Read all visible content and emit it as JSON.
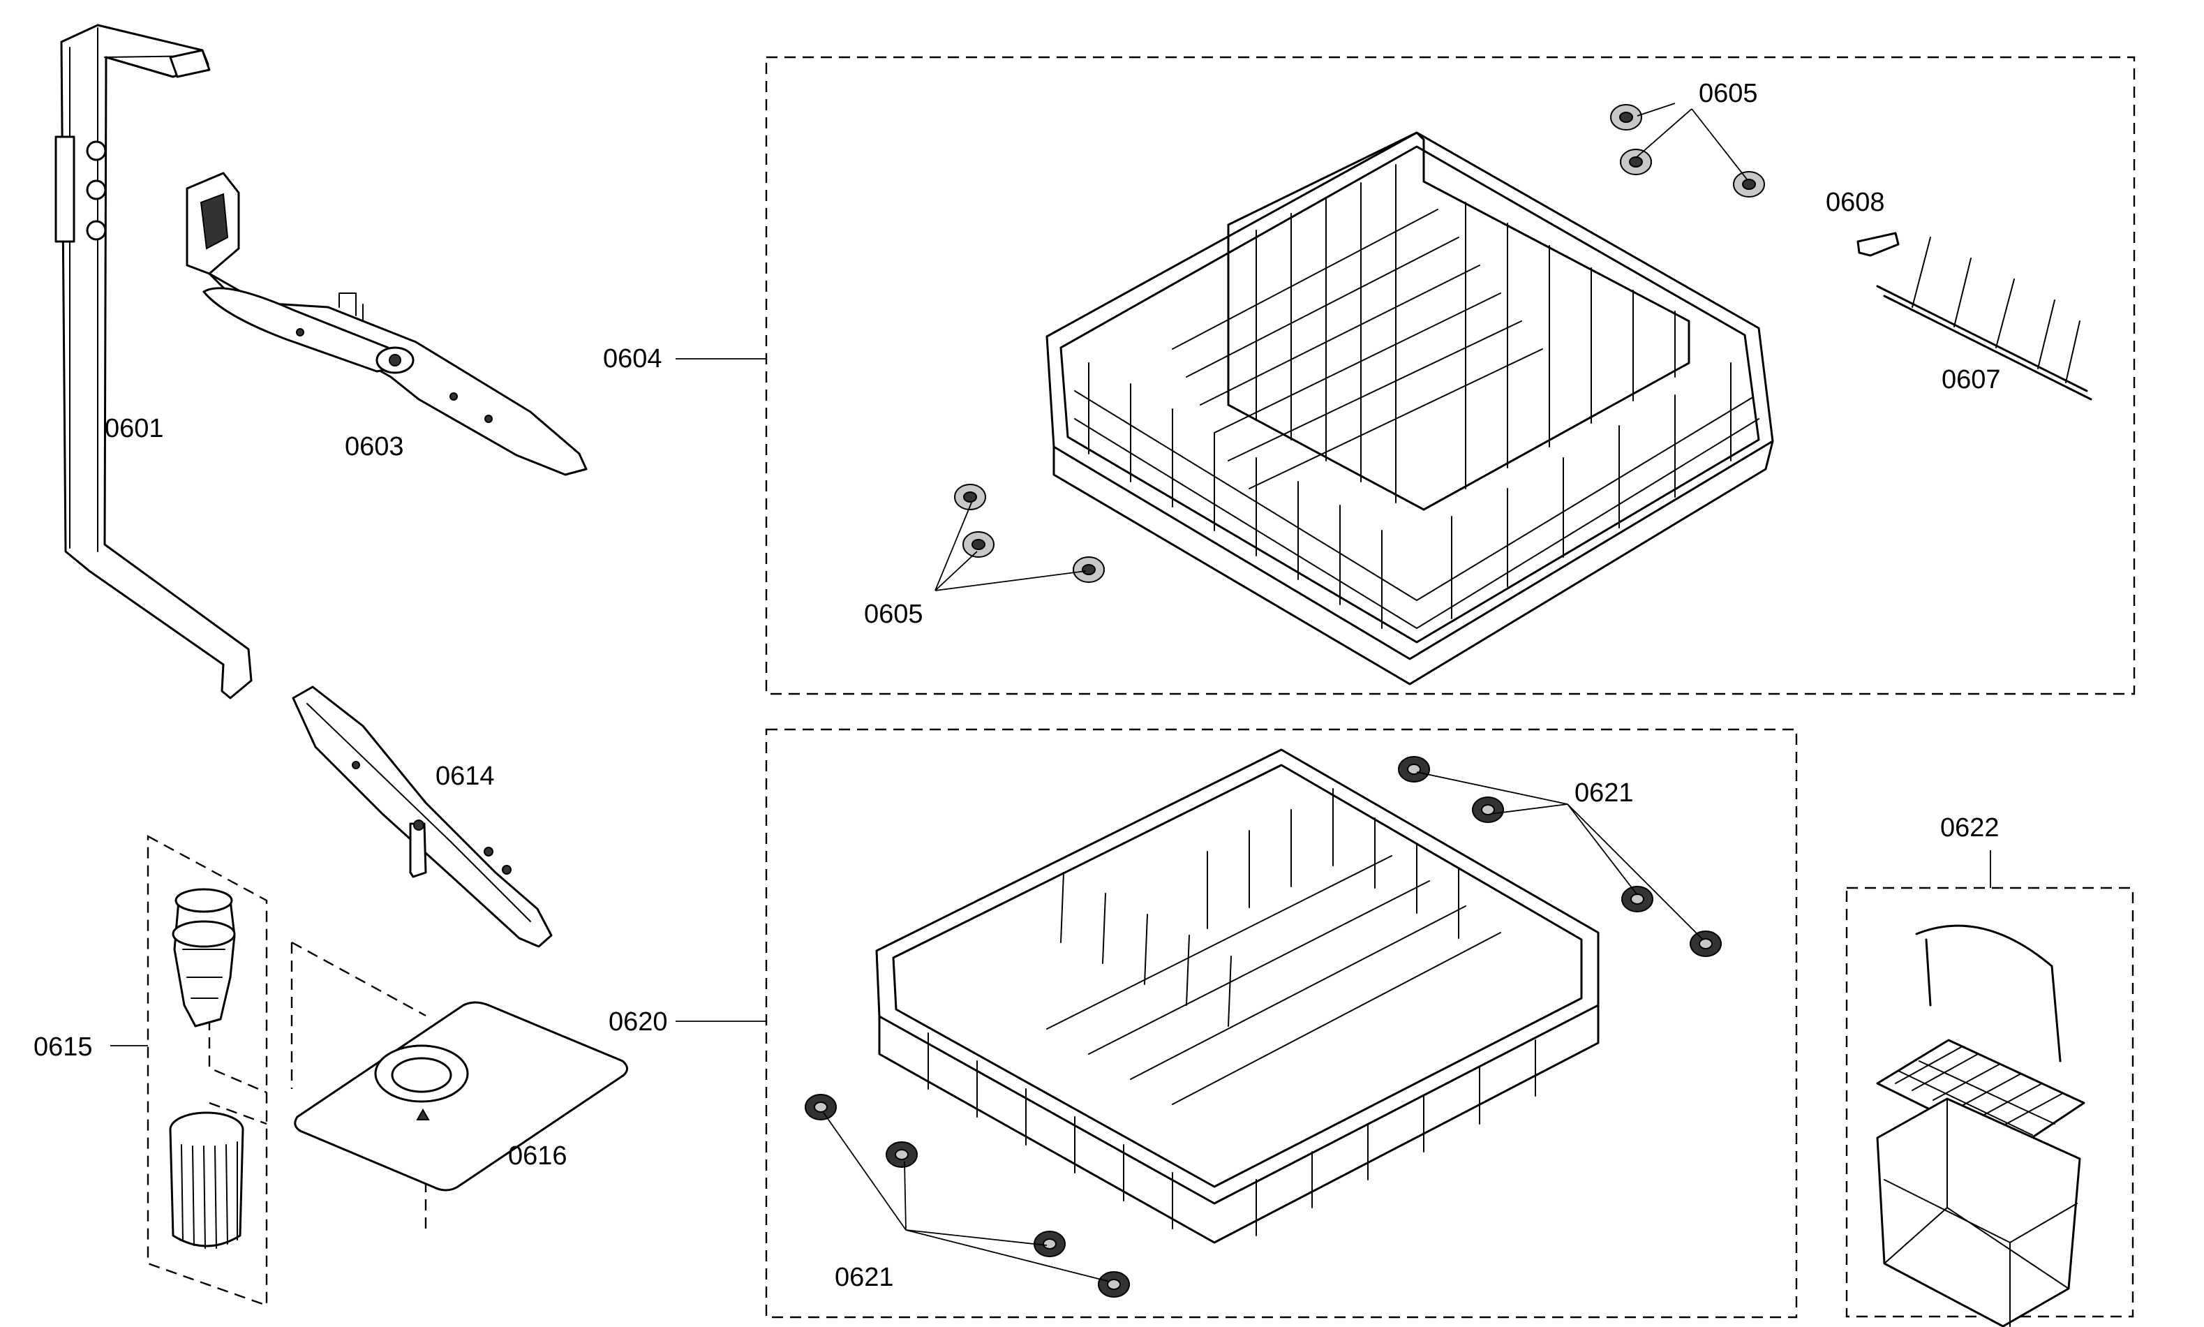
{
  "diagram": {
    "labels": {
      "p0601": "0601",
      "p0603": "0603",
      "p0604": "0604",
      "p0605_top": "0605",
      "p0605_left": "0605",
      "p0607": "0607",
      "p0608": "0608",
      "p0614": "0614",
      "p0615": "0615",
      "p0616": "0616",
      "p0620": "0620",
      "p0621_right": "0621",
      "p0621_left": "0621",
      "p0622": "0622"
    }
  }
}
